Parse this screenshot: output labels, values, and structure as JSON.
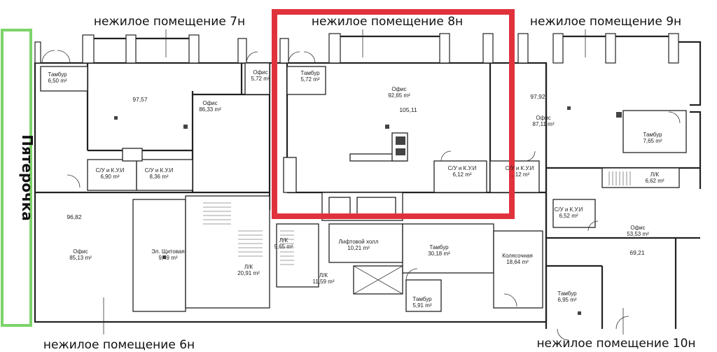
{
  "titles": {
    "p7": "нежилое помещение 7н",
    "p8": "нежилое помещение 8н",
    "p9": "нежилое помещение 9н",
    "p6": "нежилое помещение 6н",
    "p10": "нежилое помещение 10н"
  },
  "store": "Пятерочка",
  "rooms": {
    "tambur_650": [
      "Тамбур",
      "6,50 m²"
    ],
    "area_9757": "97,57",
    "ofis_8633": [
      "Офис",
      "86,33 m²"
    ],
    "ofis_572": [
      "Офис",
      "5,72 m²"
    ],
    "tambur_572": [
      "Тамбур",
      "5,72 m²"
    ],
    "ofis_9265": [
      "Офис",
      "92,65 m²"
    ],
    "area_10511": "105,11",
    "area_9792": "97,92",
    "ofis_8711": [
      "Офис",
      "87,11 m²"
    ],
    "tambur_765": [
      "Тамбур",
      "7,65 m²"
    ],
    "su_690": [
      "С/У и К.У.И",
      "6,90 m²"
    ],
    "su_836": [
      "С/У и К.У.И",
      "8,36 m²"
    ],
    "su_612": [
      "С/У и К.У.И",
      "6,12 m²"
    ],
    "su_x12": [
      "С/У и К.У.И",
      "…12 m²"
    ],
    "lk_662": [
      "Л/К",
      "6,62 m²"
    ],
    "area_9682": "96,82",
    "ofis_8513": [
      "Офис",
      "85,13 m²"
    ],
    "el_949": [
      "Эл. Щитовая",
      "9,49 m²"
    ],
    "lk_2091": [
      "Л/К",
      "20,91 m²"
    ],
    "lk_965": [
      "Л/К",
      "9,65 m²"
    ],
    "lift_1021": [
      "Лифтовой холл",
      "10,21 m²"
    ],
    "lk_1159": [
      "Л/К",
      "11,59 m²"
    ],
    "tambur_3018": [
      "Тамбур",
      "30,18 m²"
    ],
    "kol_1864": [
      "Колясочная",
      "18,64 m²"
    ],
    "tambur_591": [
      "Тамбур",
      "5,91 m²"
    ],
    "su_652": [
      "С/У и К.У.И",
      "6,52 m²"
    ],
    "ofis_5353": [
      "Офис",
      "53,53 m²"
    ],
    "area_6921": "69,21",
    "tambur_695": [
      "Тамбур",
      "6,95 m²"
    ]
  },
  "colors": {
    "highlight": "#e0323c",
    "store_border": "#7dd36a",
    "lines": "#222222"
  }
}
